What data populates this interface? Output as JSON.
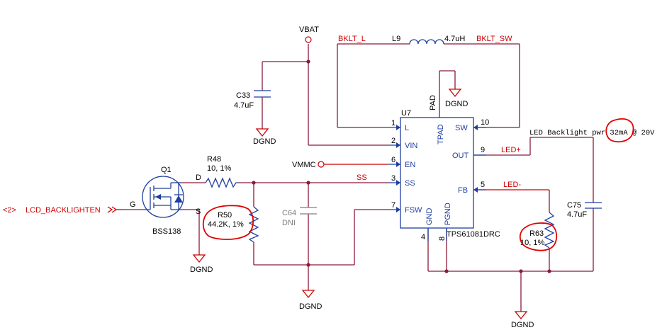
{
  "power": {
    "vbat": "VBAT",
    "vmmc": "VMMC"
  },
  "nets": {
    "bklt_l": "BKLT_L",
    "bklt_sw": "BKLT_SW",
    "ss": "SS",
    "led_plus": "LED+",
    "led_minus": "LED-",
    "lcd_backlighten": "LCD_BACKLIGHTEN",
    "sheet_ref": "<2>"
  },
  "grounds": {
    "c33": "DGND",
    "q1": "DGND",
    "c64": "DGND",
    "main": "DGND",
    "pad": "DGND"
  },
  "components": {
    "c33": {
      "ref": "C33",
      "value": "4.7uF"
    },
    "l9": {
      "ref": "L9",
      "value": "4.7uH"
    },
    "q1": {
      "ref": "Q1",
      "part": "BSS138",
      "pin_g": "G",
      "pin_d": "D",
      "pin_s": "S"
    },
    "r48": {
      "ref": "R48",
      "value": "10, 1%"
    },
    "r50": {
      "ref": "R50",
      "value": "44.2K, 1%"
    },
    "c64": {
      "ref": "C64",
      "value": "DNI"
    },
    "c75": {
      "ref": "C75",
      "value": "4.7uF"
    },
    "r63": {
      "ref": "R63",
      "value": "10, 1%"
    },
    "u7": {
      "ref": "U7",
      "part": "TPS61081DRC",
      "pins": {
        "l": {
          "name": "L",
          "num": "1"
        },
        "vin": {
          "name": "VIN",
          "num": "2"
        },
        "en": {
          "name": "EN",
          "num": "6"
        },
        "ss": {
          "name": "SS",
          "num": "3"
        },
        "fsw": {
          "name": "FSW",
          "num": "7"
        },
        "sw": {
          "name": "SW",
          "num": "10"
        },
        "out": {
          "name": "OUT",
          "num": "9"
        },
        "fb": {
          "name": "FB",
          "num": "5"
        },
        "tpad": {
          "name": "TPAD",
          "num": "PAD"
        },
        "gnd": {
          "name": "GND",
          "num": "4"
        },
        "pgnd": {
          "name": "PGND",
          "num": "8"
        }
      }
    }
  },
  "annotation": {
    "prefix": "LED Backlight pwr ",
    "current": "32mA",
    "suffix": " @ 20V"
  },
  "colors": {
    "wire": "#8b1a3a",
    "net_label": "#cc0000",
    "component": "#1f3fa0",
    "dni": "#7f7f7f",
    "markup": "#e00000"
  }
}
